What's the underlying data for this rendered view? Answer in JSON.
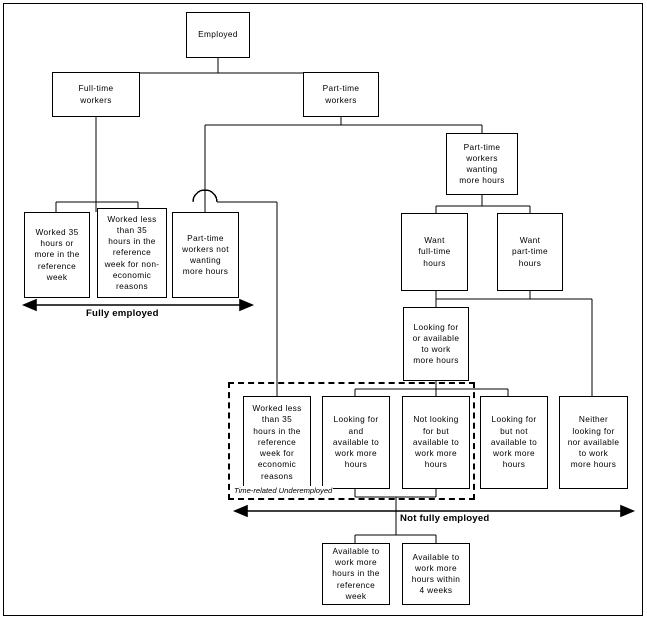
{
  "title": "Employment classification flowchart",
  "nodes": {
    "employed": "Employed",
    "full_time_workers": "Full-time\nworkers",
    "part_time_workers": "Part-time\nworkers",
    "worked_35_or_more": "Worked 35\nhours or\nmore in the\nreference\nweek",
    "worked_less_noneconomic": "Worked less\nthan 35\nhours in the\nreference\nweek for non-\neconomic\nreasons",
    "pt_not_wanting_more": "Part-time\nworkers not\nwanting\nmore hours",
    "pt_wanting_more": "Part-time\nworkers\nwanting\nmore hours",
    "want_full_time": "Want\nfull-time\nhours",
    "want_part_time": "Want\npart-time\nhours",
    "looking_or_available": "Looking for\nor available\nto work\nmore hours",
    "worked_less_economic": "Worked less\nthan 35\nhours in the\nreference\nweek for\neconomic\nreasons",
    "looking_and_available": "Looking for\nand\navailable to\nwork more\nhours",
    "not_looking_but_available": "Not looking\nfor but\navailable to\nwork more\nhours",
    "looking_not_available": "Looking for\nbut not\navailable to\nwork more\nhours",
    "neither_looking_nor_available": "Neither\nlooking for\nnor available\nto work\nmore hours",
    "available_reference_week": "Available to\nwork more\nhours in the\nreference\nweek",
    "available_within_4_weeks": "Available to\nwork more\nhours within\n4 weeks"
  },
  "span_labels": {
    "fully_employed": "Fully employed",
    "not_fully_employed": "Not fully employed"
  },
  "region_labels": {
    "time_related_underemployed": "Time-related Underemployed"
  },
  "chart_data": {
    "type": "diagram",
    "diagram_kind": "hierarchical-tree-flowchart",
    "levels": [
      [
        "Employed"
      ],
      [
        "Full-time workers",
        "Part-time workers"
      ],
      [
        "Part-time workers wanting more hours"
      ],
      [
        "Worked 35 hours or more in the reference week",
        "Worked less than 35 hours in the reference week for non-economic reasons",
        "Part-time workers not wanting more hours",
        "Want full-time hours",
        "Want part-time hours"
      ],
      [
        "Looking for or available to work more hours"
      ],
      [
        "Worked less than 35 hours in the reference week for economic reasons",
        "Looking for and available to work more hours",
        "Not looking for but available to work more hours",
        "Looking for but not available to work more hours",
        "Neither looking for nor available to work more hours"
      ],
      [
        "Available to work more hours in the reference week",
        "Available to work more hours within 4 weeks"
      ]
    ],
    "edges": [
      [
        "Employed",
        "Full-time workers"
      ],
      [
        "Employed",
        "Part-time workers"
      ],
      [
        "Full-time workers",
        "Worked 35 hours or more in the reference week"
      ],
      [
        "Full-time workers",
        "Worked less than 35 hours in the reference week for non-economic reasons"
      ],
      [
        "Part-time workers",
        "Part-time workers not wanting more hours"
      ],
      [
        "Part-time workers",
        "Part-time workers wanting more hours"
      ],
      [
        "Part-time workers wanting more hours",
        "Want full-time hours"
      ],
      [
        "Part-time workers wanting more hours",
        "Want part-time hours"
      ],
      [
        "Want full-time hours",
        "Looking for or available to work more hours"
      ],
      [
        "Want part-time hours",
        "Looking for or available to work more hours"
      ],
      [
        "Want part-time hours",
        "Neither looking for nor available to work more hours"
      ],
      [
        "Looking for or available to work more hours",
        "Looking for and available to work more hours"
      ],
      [
        "Looking for or available to work more hours",
        "Not looking for but available to work more hours"
      ],
      [
        "Looking for or available to work more hours",
        "Looking for but not available to work more hours"
      ],
      [
        "Part-time workers",
        "Worked less than 35 hours in the reference week for economic reasons"
      ],
      [
        "Looking for and available to work more hours",
        "Available to work more hours in the reference week"
      ],
      [
        "Not looking for but available to work more hours",
        "Available to work more hours within 4 weeks"
      ]
    ],
    "annotations": [
      {
        "text": "Fully employed",
        "kind": "double-arrow-span"
      },
      {
        "text": "Not fully employed",
        "kind": "double-arrow-span"
      },
      {
        "text": "Time-related Underemployed",
        "kind": "dashed-region-label"
      }
    ],
    "colors": {
      "stroke": "#000000",
      "fill": "#ffffff",
      "text": "#000000"
    }
  }
}
